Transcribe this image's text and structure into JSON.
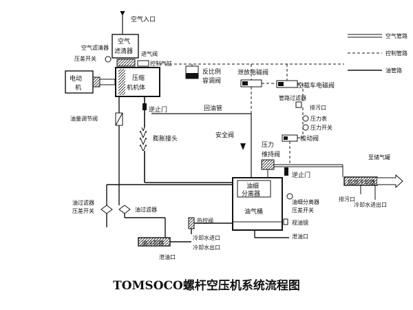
{
  "caption": "TOMSOCO螺杆空压机系统流程图",
  "legend": [
    {
      "label": "空气管路"
    },
    {
      "label": "控制管路"
    },
    {
      "label": "油管路"
    }
  ],
  "labels": {
    "air_inlet": "空气入口",
    "air_filter": "空气滤清器",
    "air_filter_box": "空气\n滤清器",
    "dp_switch_top": "压差开关",
    "intake_valve": "进气阀",
    "intake_cyl": "控制气缸",
    "motor": "电动机",
    "compressor": "压缩\n机机体",
    "check_valve_top": "逆止门",
    "oil_return": "回油管",
    "proportional": "反比例\n容调阀",
    "vent_solenoid": "泄放电磁阀",
    "idle_solenoid": "空载车电磁阀",
    "pipe_filter": "管路过滤器",
    "drain_top": "排污口",
    "pressure_gauge": "压力表",
    "pressure_switch": "压力开关",
    "pilot_valve": "梭动阀",
    "oil_adjust": "油量调节阀",
    "expansion": "膨胀接头",
    "safety_valve": "安全阀",
    "min_pressure": "压力\n维持阀",
    "separator": "油细\n分离器",
    "oil_tank": "油气桶",
    "check_valve_right": "逆止门",
    "to_tank": "至储气罐",
    "aftercooler": "后部冷却器",
    "drain_right": "排污口",
    "cw_in_out_right": "冷却水进出口",
    "sep_dp": "油细分离器\n压差开关",
    "sight_glass": "视油镜",
    "drain_tank": "泄油口",
    "oil_filter_dp": "油过滤器\n压差开关",
    "oil_filter": "油过滤器",
    "thermo_valve": "热控阀",
    "oil_cooler": "油冷却器",
    "cw_in": "冷却水进口",
    "cw_out": "冷却水出口",
    "drain_bottom": "泄油口"
  }
}
